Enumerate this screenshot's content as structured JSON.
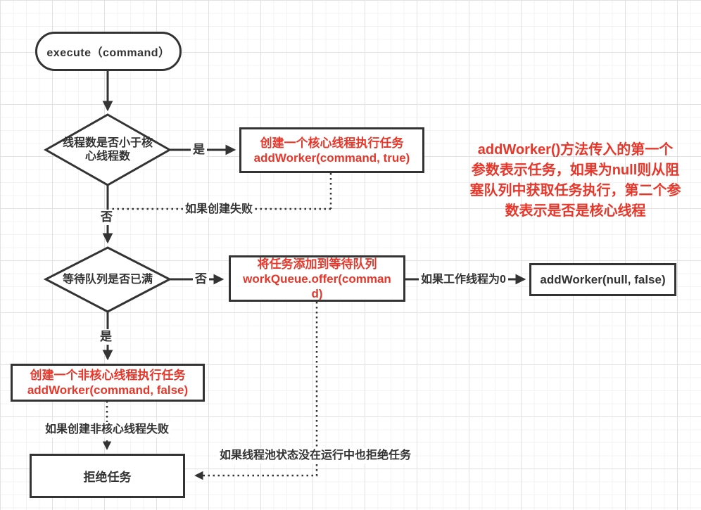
{
  "colors": {
    "accent_red": "#e8372a",
    "line_dark": "#333333"
  },
  "nodes": {
    "start": {
      "label": "execute（command）"
    },
    "decision_core": {
      "label": "线程数是否小于核心线程数"
    },
    "create_core": {
      "lines": [
        "创建一个核心线程执行任务",
        "addWorker(command, true)"
      ]
    },
    "decision_queue": {
      "label": "等待队列是否已满"
    },
    "enqueue": {
      "lines": [
        "将任务添加到等待队列",
        "workQueue.offer(command)"
      ]
    },
    "add_worker_null": {
      "label": "addWorker(null, false)"
    },
    "create_noncore": {
      "lines": [
        "创建一个非核心线程执行任务",
        "addWorker(command, false)"
      ]
    },
    "reject": {
      "label": "拒绝任务"
    }
  },
  "edge_labels": {
    "yes_core": "是",
    "no_core": "否",
    "create_fail": "如果创建失败",
    "no_queue_full": "否",
    "yes_queue_full": "是",
    "worker_zero": "如果工作线程为0",
    "noncore_fail": "如果创建非核心线程失败",
    "not_running": "如果线程池状态没在运行中也拒绝任务"
  },
  "annotation": {
    "lines": [
      "addWorker()方法传入的第一个",
      "参数表示任务，如果为null则从阻",
      "塞队列中获取任务执行，第二个参",
      "数表示是否是核心线程"
    ]
  }
}
